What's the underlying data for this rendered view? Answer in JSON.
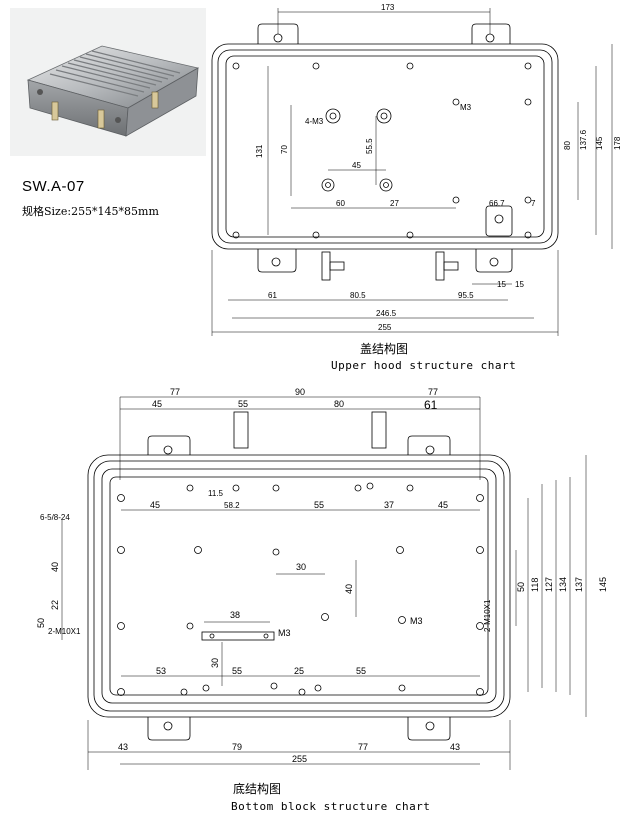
{
  "product": {
    "model": "SW.A-07",
    "size_label": "规格Size:255*145*85mm"
  },
  "upper": {
    "caption_cn": "盖结构图",
    "caption_en": "Upper hood structure chart",
    "dims_top": "173",
    "dims_right": [
      "80",
      "137.6",
      "145",
      "178"
    ],
    "dims_left": "131",
    "dims_inner": [
      "70",
      "55.5",
      "45",
      "60",
      "27",
      "66.7",
      "7"
    ],
    "labels": [
      "4-M3",
      "M3"
    ],
    "dims_bottom_row": [
      "61",
      "80.5",
      "95.5"
    ],
    "dims_small": [
      "15",
      "15"
    ],
    "dims_total": [
      "246.5",
      "255"
    ]
  },
  "bottom": {
    "caption_cn": "底结构图",
    "caption_en": "Bottom block structure chart",
    "dims_top1": [
      "77",
      "90",
      "77"
    ],
    "dims_top2": [
      "45",
      "55",
      "80",
      "61"
    ],
    "dims_row_a": [
      "11.5",
      "58.2",
      "55",
      "37",
      "45"
    ],
    "dims_row_a_left": "45",
    "dims_left": [
      "40",
      "22",
      "50"
    ],
    "labels_left": [
      "6-5/8-24",
      "2-M10X1"
    ],
    "label_right": "2-M10X1",
    "dims_inner": [
      "30",
      "40",
      "38",
      "30"
    ],
    "labels": [
      "M3",
      "M3"
    ],
    "dims_row_b": [
      "53",
      "55",
      "25",
      "55"
    ],
    "dims_right": [
      "50",
      "118",
      "127",
      "134",
      "137",
      "145"
    ],
    "dims_bottom": [
      "43",
      "79",
      "77",
      "43"
    ],
    "dims_total": "255"
  }
}
